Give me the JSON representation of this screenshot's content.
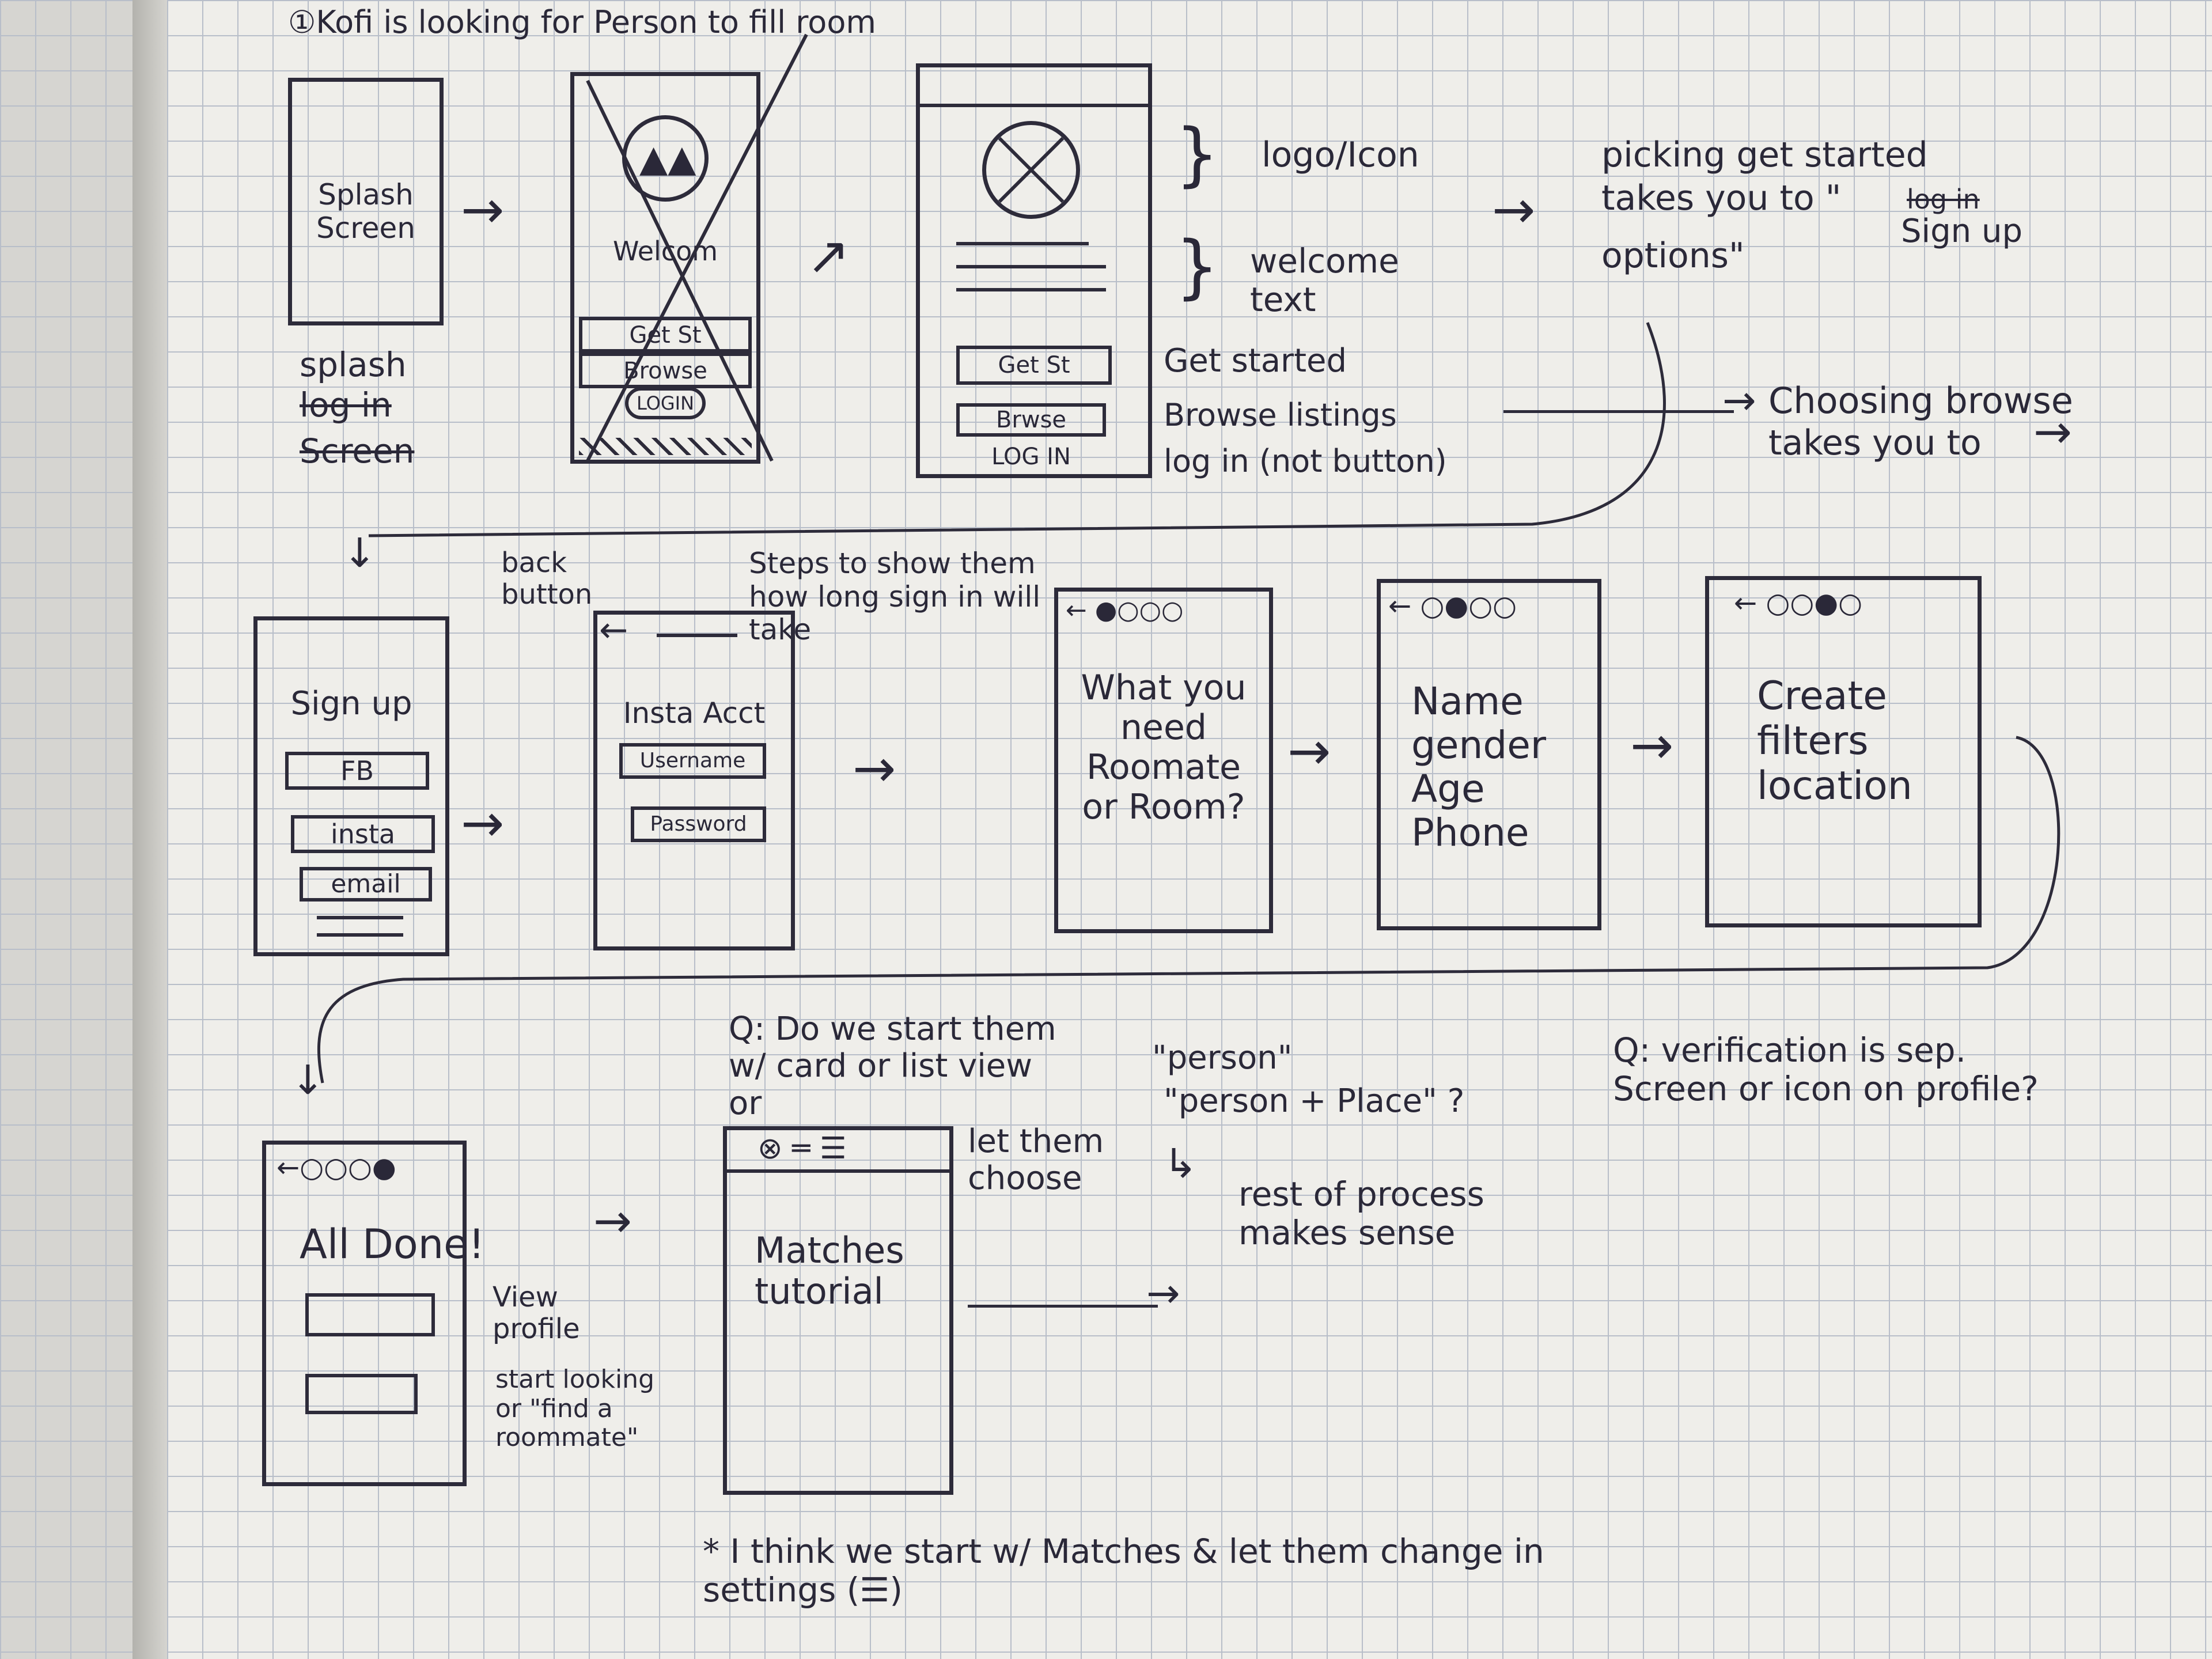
{
  "title": "①Kofi is looking for Person to fill room",
  "row1": {
    "splash_screen_label": "Splash Screen",
    "splash_caption_1": "splash",
    "splash_caption_2": "log in",
    "splash_caption_3": "Screen",
    "sketch2_welcome": "Welcom",
    "sketch2_get_started": "Get St",
    "sketch2_browse": "Browse",
    "sketch2_login": "LOGIN",
    "sketch3_get_started": "Get St",
    "sketch3_browse": "Brwse",
    "sketch3_login": "LOG IN",
    "annot_logo": "logo/Icon",
    "annot_welcome": "welcome text",
    "annot_get_started": "Get started",
    "annot_browse": "Browse listings",
    "annot_login": "log in (not button)",
    "note_get_started_1": "picking get started",
    "note_get_started_2": "takes you to \"",
    "note_get_started_3": "log in",
    "note_get_started_4": "Sign up",
    "note_get_started_5": "options\"",
    "note_browse_1": "Choosing browse",
    "note_browse_2": "takes you to"
  },
  "row2": {
    "back_button_label": "back button",
    "steps_note": "Steps to show them how long sign in will take",
    "signup_title": "Sign up",
    "signup_fb": "FB",
    "signup_insta": "insta",
    "signup_email": "email",
    "insta_title": "Insta Acct",
    "insta_username": "Username",
    "insta_password": "Password",
    "need_progress": "← ●○○○",
    "need_text": "What you need Roomate or Room?",
    "name_progress": "← ○●○○",
    "name_text": "Name gender Age Phone",
    "filters_progress": "← ○○●○",
    "filters_text": "Create filters location"
  },
  "row3": {
    "done_progress": "←○○○●",
    "done_title": "All Done!",
    "annot_view_profile": "View profile",
    "annot_start_looking": "start looking or \"find a roommate\"",
    "q_card": "Q: Do we start them w/ card or list view or",
    "let_them_choose": "let them choose",
    "matches_header": "⊗ ═   ☰",
    "matches_text": "Matches tutorial",
    "person_note_1": "\"person\"",
    "person_note_2": "\"person + Place\" ?",
    "rest_of_process": "rest of process makes sense",
    "q_verification": "Q: verification is sep. Screen or icon on profile?",
    "footnote": "* I think we start w/ Matches & let them change in settings (☰)"
  }
}
